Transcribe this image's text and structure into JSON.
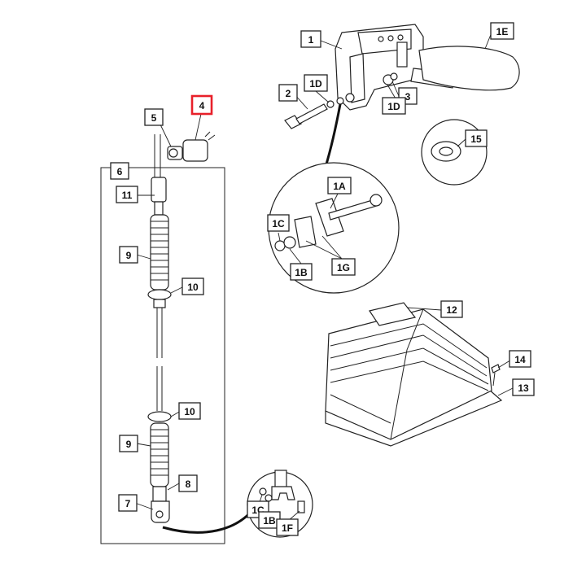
{
  "diagram": {
    "callouts": {
      "c1": "1",
      "c1E": "1E",
      "c1D_top": "1D",
      "c2": "2",
      "c3": "3",
      "c1D_bottom": "1D",
      "c4": "4",
      "c5": "5",
      "c6": "6",
      "c11": "11",
      "c9_top": "9",
      "c10_top": "10",
      "c10_bottom": "10",
      "c9_bottom": "9",
      "c8": "8",
      "c7": "7",
      "c1A": "1A",
      "c1C_top": "1C",
      "c1B_top": "1B",
      "c1G": "1G",
      "c15": "15",
      "c12": "12",
      "c14": "14",
      "c13": "13",
      "c1C_bottom": "1C",
      "c1B_bottom": "1B",
      "c1F": "1F"
    },
    "highlight_color": "#e8202a"
  }
}
